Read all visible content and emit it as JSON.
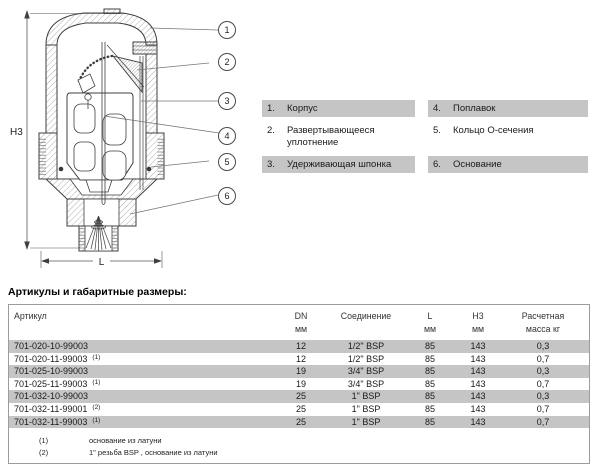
{
  "diagram": {
    "dim_height_label": "H3",
    "dim_width_label": "L",
    "callouts": [
      "1",
      "2",
      "3",
      "4",
      "5",
      "6"
    ]
  },
  "legend": {
    "items": [
      {
        "num": "1.",
        "label": "Корпус"
      },
      {
        "num": "2.",
        "label": "Развертывающееся уплотнение"
      },
      {
        "num": "3.",
        "label": "Удерживающая шпонка"
      },
      {
        "num": "4.",
        "label": "Поплавок"
      },
      {
        "num": "5.",
        "label": "Кольцо О-сечения"
      },
      {
        "num": "6.",
        "label": "Основание"
      }
    ]
  },
  "section_title": "Артикулы и габаритные размеры:",
  "table": {
    "headers": {
      "article": "Артикул",
      "dn": "DN",
      "dn_unit": "мм",
      "connection": "Соединение",
      "l": "L",
      "l_unit": "мм",
      "h3": "H3",
      "h3_unit": "мм",
      "mass": "Расчетная",
      "mass_unit": "масса кг"
    },
    "rows": [
      {
        "article": "701-020-10-99003",
        "note": "",
        "dn": "12",
        "connection": "1/2\" BSP",
        "l": "85",
        "h3": "143",
        "mass": "0,3"
      },
      {
        "article": "701-020-11-99003",
        "note": "(1)",
        "dn": "12",
        "connection": "1/2\" BSP",
        "l": "85",
        "h3": "143",
        "mass": "0,7"
      },
      {
        "article": "701-025-10-99003",
        "note": "",
        "dn": "19",
        "connection": "3/4\" BSP",
        "l": "85",
        "h3": "143",
        "mass": "0,3"
      },
      {
        "article": "701-025-11-99003",
        "note": "(1)",
        "dn": "19",
        "connection": "3/4\" BSP",
        "l": "85",
        "h3": "143",
        "mass": "0,7"
      },
      {
        "article": "701-032-10-99003",
        "note": "",
        "dn": "25",
        "connection": "1\" BSP",
        "l": "85",
        "h3": "143",
        "mass": "0,3"
      },
      {
        "article": "701-032-11-99001",
        "note": "(2)",
        "dn": "25",
        "connection": "1\" BSP",
        "l": "85",
        "h3": "143",
        "mass": "0,7"
      },
      {
        "article": "701-032-11-99003",
        "note": "(1)",
        "dn": "25",
        "connection": "1\" BSP",
        "l": "85",
        "h3": "143",
        "mass": "0,7"
      }
    ],
    "footnotes": [
      {
        "marker": "(1)",
        "text": "основание из латуни"
      },
      {
        "marker": "(2)",
        "text": "1\" резьба BSP , основание из латуни"
      }
    ]
  },
  "colors": {
    "row_shade": "#c5c5c5",
    "table_border": "#9c9c9c",
    "drawing_line": "#3f3f3f"
  }
}
